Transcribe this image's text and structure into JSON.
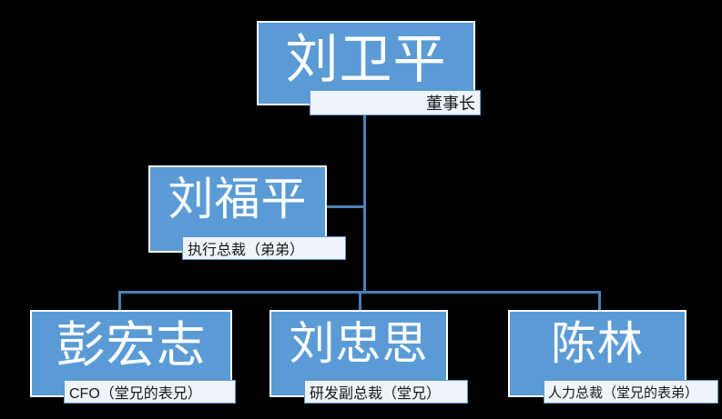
{
  "chart_data": {
    "type": "diagram",
    "title": "",
    "diagram_kind": "org-chart",
    "accent_color": "#5B9BD5",
    "line_color": "#4A82B8",
    "caption_bg": "#EFF3FA",
    "background": "#000000",
    "nodes": [
      {
        "id": "root",
        "name": "刘卫平",
        "title": "董事长",
        "level": 0,
        "parent": null
      },
      {
        "id": "n2",
        "name": "刘福平",
        "title": "执行总裁（弟弟）",
        "level": 1,
        "parent": "root"
      },
      {
        "id": "n3",
        "name": "彭宏志",
        "title": "CFO（堂兄的表兄）",
        "level": 2,
        "parent": "root"
      },
      {
        "id": "n4",
        "name": "刘忠思",
        "title": "研发副总裁（堂兄）",
        "level": 2,
        "parent": "root"
      },
      {
        "id": "n5",
        "name": "陈林",
        "title": "人力总裁（堂兄的表弟）",
        "level": 2,
        "parent": "root"
      }
    ],
    "edges": [
      {
        "from": "root",
        "to": "n2"
      },
      {
        "from": "root",
        "to": "n3"
      },
      {
        "from": "root",
        "to": "n4"
      },
      {
        "from": "root",
        "to": "n5"
      }
    ]
  },
  "org": {
    "root": {
      "name": "刘卫平",
      "title": "董事长"
    },
    "vice": {
      "name": "刘福平",
      "title": "执行总裁（弟弟）"
    },
    "children": [
      {
        "name": "彭宏志",
        "title": "CFO（堂兄的表兄）"
      },
      {
        "name": "刘忠思",
        "title": "研发副总裁（堂兄）"
      },
      {
        "name": "陈林",
        "title": "人力总裁（堂兄的表弟）"
      }
    ]
  }
}
